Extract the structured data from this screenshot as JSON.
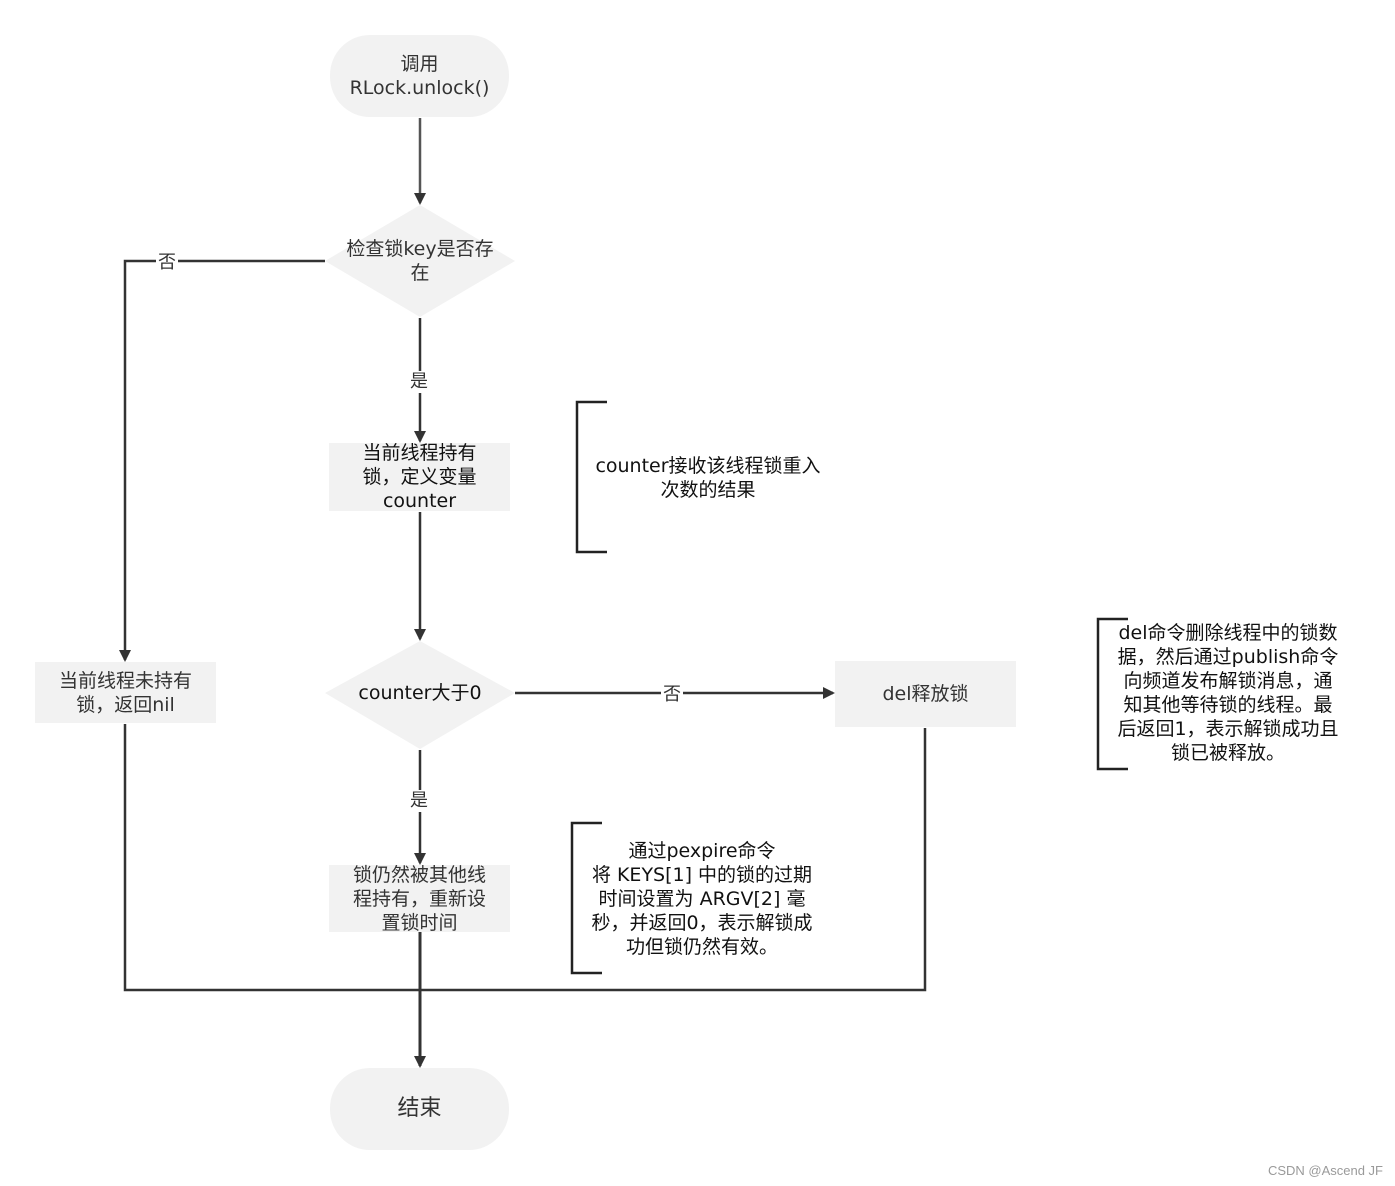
{
  "nodes": {
    "start": "调用\nRLock.unlock()",
    "check_key": "检查锁key是否存\n在",
    "holds_lock": "当前线程持有\n锁，定义变量\ncounter",
    "not_holding": "当前线程未持有\n锁，返回nil",
    "counter_gt_zero": "counter大于0",
    "del_release": "del释放锁",
    "still_held": "锁仍然被其他线\n程持有，重新设\n置锁时间",
    "end": "结束"
  },
  "edges": {
    "no_key": "否",
    "yes_key": "是",
    "no_counter": "否",
    "yes_counter": "是"
  },
  "notes": {
    "counter": "counter接收该线程锁重入\n次数的结果",
    "del": "del命令删除线程中的锁数\n据，然后通过publish命令\n向频道发布解锁消息，通\n知其他等待锁的线程。最\n后返回1，表示解锁成功且\n锁已被释放。",
    "pexpire": "通过pexpire命令\n将 KEYS[1] 中的锁的过期\n时间设置为 ARGV[2] 毫\n秒，并返回0，表示解锁成\n功但锁仍然有效。"
  },
  "watermark": "CSDN @Ascend JF",
  "colors": {
    "node_fill": "#f2f2f2",
    "line": "#333333"
  }
}
